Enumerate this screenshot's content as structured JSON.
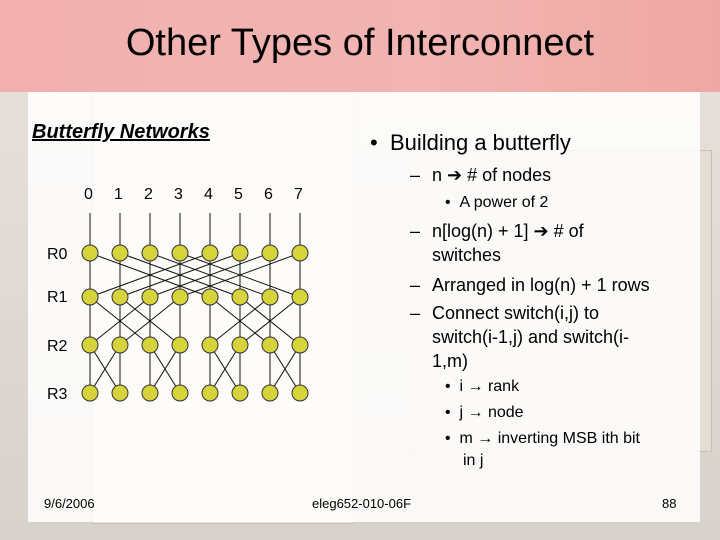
{
  "title": "Other Types of Interconnect",
  "subheading": "Butterfly Networks",
  "diagram": {
    "columns": [
      "0",
      "1",
      "2",
      "3",
      "4",
      "5",
      "6",
      "7"
    ],
    "rows": [
      "R0",
      "R1",
      "R2",
      "R3"
    ],
    "node_color": "#d6d43a"
  },
  "bullets": {
    "main": "Building a butterfly",
    "items": [
      {
        "text": "n ➔ # of nodes"
      },
      {
        "sub": "A power of 2"
      },
      {
        "text": "n[log(n) + 1] ➔ # of",
        "text2": "switches"
      },
      {
        "text": "Arranged in log(n) + 1 rows"
      },
      {
        "text": "Connect switch(i,j) to",
        "text2": "switch(i-1,j) and switch(i-",
        "text3": "1,m)"
      },
      {
        "sub": "i → rank"
      },
      {
        "sub": "j → node"
      },
      {
        "sub": "m → inverting MSB ith bit",
        "sub2": "in j"
      }
    ]
  },
  "footer": {
    "date": "9/6/2006",
    "course": "eleg652-010-06F",
    "page": "88"
  }
}
